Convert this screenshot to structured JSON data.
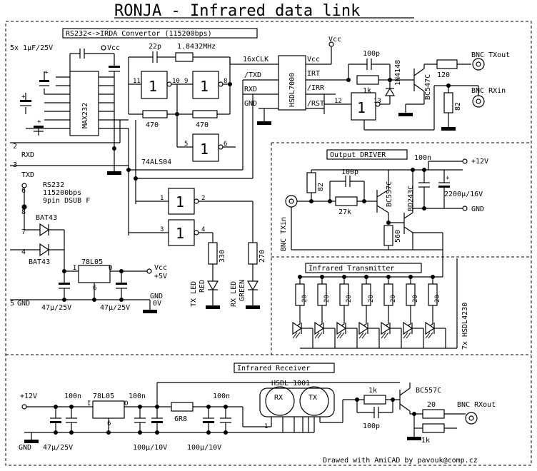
{
  "title": "RONJA - Infrared data link",
  "sections": {
    "convertor": "RS232<->IRDA Convertor (115200bps)",
    "driver": "Output DRIVER",
    "transmitter": "Infrared Transmitter",
    "receiver": "Infrared Receiver"
  },
  "footer": "Drawed with AmiCAD by pavouk@comp.cz",
  "chips": {
    "max232": "MAX232",
    "hsdl7000": "HSDL7000",
    "gate": "1",
    "l7805_a": "78L05",
    "l7805_b": "78L05",
    "hsdl1001": "HSDL 1001",
    "hsdl4230": "7x HSDL4230",
    "rx": "RX",
    "tx": "TX",
    "ic_74": "74ALS04"
  },
  "labels": {
    "caps_5x": "5x 1μF/25V",
    "vcc": "Vcc",
    "c22p": "22p",
    "xtal": "1.8432MHz",
    "clk": "16xCLK",
    "txd_in": "/TXD",
    "rxd_in": "RXD",
    "gnd": "GND",
    "vcc_h": "Vcc",
    "irt": "IRT",
    "irr": "/IRR",
    "rst": "/RST",
    "c100p": "100p",
    "d1n4148": "1N4148",
    "r1k": "1k",
    "bc547c": "BC547C",
    "r120": "120",
    "bnc_txout": "BNC TXout",
    "bnc_rxin": "BNC RXin",
    "r82": "82",
    "r470a": "470",
    "r470b": "470",
    "pin_2": "2",
    "rxd": "RXD",
    "pin_3": "3",
    "txd": "TXD",
    "rs232_a": "RS232",
    "rs232_b": "115200bps",
    "rs232_c": "9pin DSUB F",
    "pin_6": "6",
    "pin_8": "8",
    "pin_7": "7",
    "pin_4": "4",
    "pin_5": "5",
    "bat43a": "BAT43",
    "bat43b": "BAT43",
    "gnd5": "GND",
    "cap47a": "47μ/25V",
    "cap47b": "47μ/25V",
    "vcc5": "Vcc",
    "v5": "+5V",
    "gnd0": "GND",
    "v0": "0V",
    "r330": "330",
    "r270": "270",
    "txled": "TX LED",
    "red": "RED",
    "rxled": "RX LED",
    "green": "GREEN",
    "p12v": "+12V",
    "c100n": "100n",
    "c2200": "2200μ/16V",
    "gnd_drv": "GND",
    "r82d": "82",
    "c100pd": "100p",
    "r27k": "27k",
    "bc557c": "BC557C",
    "bd243c": "BD243C",
    "r560": "560",
    "bnc_txin": "BNC TXin",
    "r20": "20",
    "rx_12v": "+12V",
    "rx_100n_a": "100n",
    "rx_100n_b": "100n",
    "rx_100n_c": "100n",
    "rx_6r8": "6R8",
    "rx_gnd": "GND",
    "rx_47": "47μ/25V",
    "rx_100u_a": "100μ/10V",
    "rx_100u_b": "100μ/10V",
    "rx_1k": "1k",
    "rx_100p": "100p",
    "rx_bc557c": "BC557C",
    "rx_20": "20",
    "rx_1k_b": "1k",
    "bnc_rxout": "BNC RXout"
  },
  "pins": {
    "p11": "11",
    "p10": "10",
    "p9": "9",
    "p8": "8",
    "p5": "5",
    "p6": "6",
    "p1": "1",
    "p2": "2",
    "p3": "3",
    "p4": "4",
    "p12": "12",
    "p13": "13",
    "rx_p1": "1",
    "reg_i": "I",
    "reg_o": "O",
    "reg_6": "6",
    "reg2_i": "I",
    "reg2_o": "O",
    "reg2_6": "6"
  }
}
